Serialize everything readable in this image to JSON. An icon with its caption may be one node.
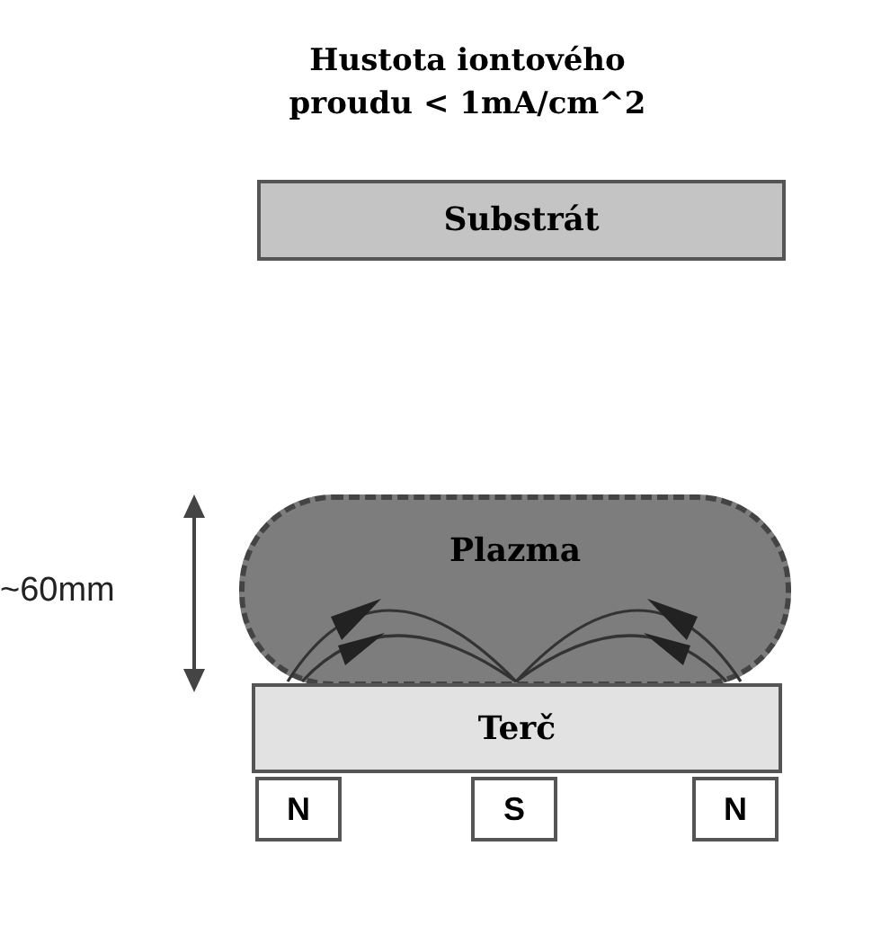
{
  "diagram": {
    "title": "Hustota iontového proudu < 1mA/cm^2",
    "nodes": [
      {
        "text": [
          "Substrát"
        ]
      },
      {
        "text": [
          "Plazma"
        ]
      },
      {
        "text": [
          "Terč"
        ]
      },
      {
        "text": [
          "N"
        ]
      },
      {
        "text": [
          "S"
        ]
      },
      {
        "text": [
          "N"
        ]
      }
    ],
    "edges": [],
    "labels": [
      "~60mm"
    ]
  }
}
